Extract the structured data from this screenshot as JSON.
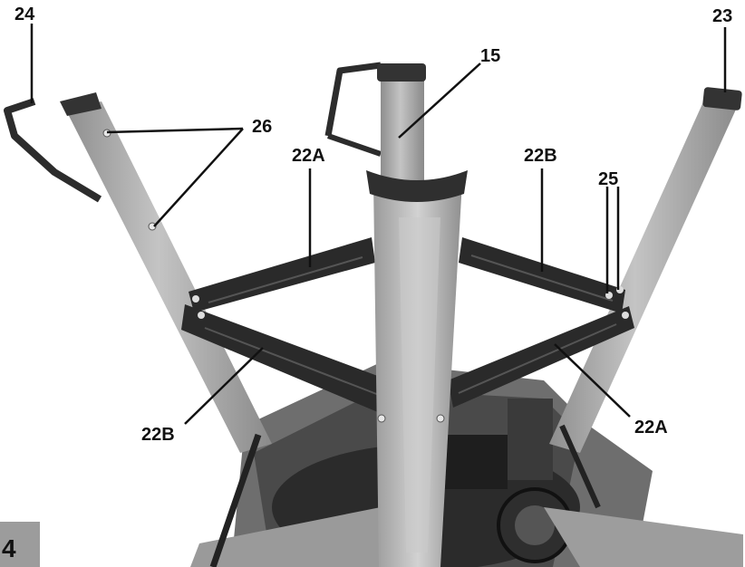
{
  "figure_number": "4",
  "callouts": {
    "c24": "24",
    "c23": "23",
    "c15": "15",
    "c26": "26",
    "c22a_left": "22A",
    "c22b_top": "22B",
    "c25": "25",
    "c22b_bottom": "22B",
    "c22a_right": "22A"
  },
  "colors": {
    "tube": "#a9a9a9",
    "tube_shadow": "#7d7d7d",
    "bar": "#2a2a2a",
    "cap": "#3a3a3a",
    "base": "#8a8a8a",
    "leader": "#111111"
  }
}
